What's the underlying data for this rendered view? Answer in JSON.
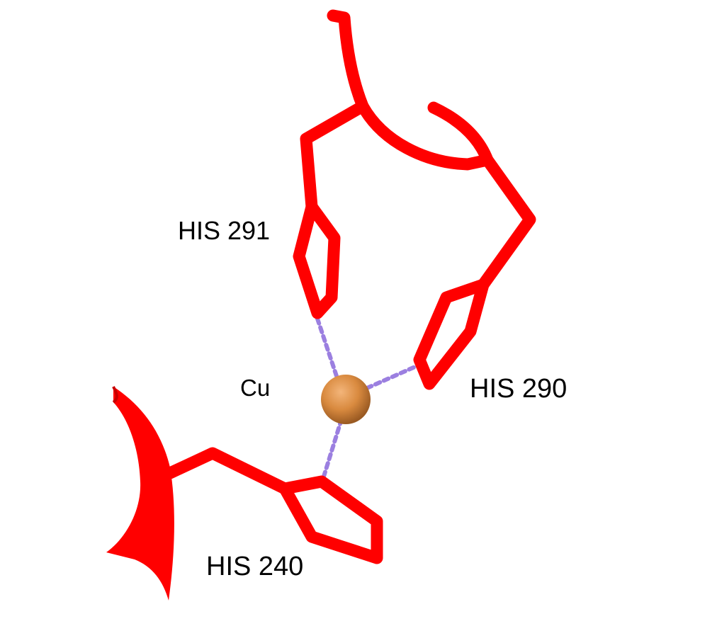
{
  "labels": {
    "his291": "HIS 291",
    "his290": "HIS 290",
    "his240": "HIS 240",
    "cu": "Cu"
  },
  "colors": {
    "residue": "#ff0000",
    "residue_dark": "#c80000",
    "copper": "#d98a3f",
    "copper_highlight": "#f3b57a",
    "copper_shadow": "#9a5a22",
    "coordination_bond": "#9b7fe0",
    "background": "#ffffff"
  }
}
